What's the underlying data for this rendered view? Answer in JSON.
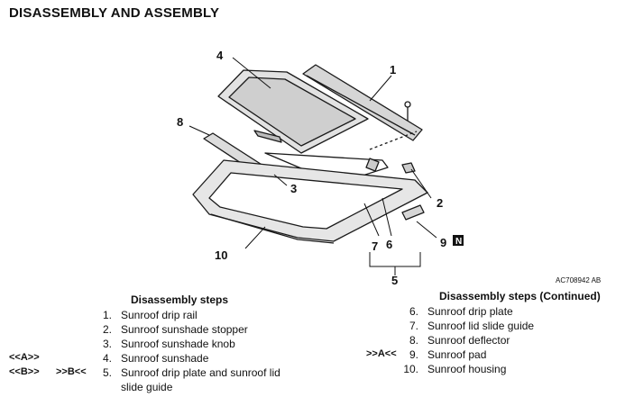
{
  "page": {
    "title": "DISASSEMBLY AND ASSEMBLY"
  },
  "figure": {
    "code": "AC708942 AB",
    "callouts": [
      "1",
      "2",
      "3",
      "4",
      "5",
      "6",
      "7",
      "8",
      "9",
      "10"
    ],
    "badge": "N"
  },
  "steps_left": {
    "heading": "Disassembly steps",
    "items": [
      {
        "num": "1.",
        "text": "Sunroof drip rail"
      },
      {
        "num": "2.",
        "text": "Sunroof sunshade stopper"
      },
      {
        "num": "3.",
        "text": "Sunroof sunshade knob"
      },
      {
        "num": "4.",
        "text": "Sunroof sunshade"
      },
      {
        "num": "5.",
        "text": "Sunroof drip plate and sunroof lid"
      },
      {
        "num": "",
        "text": "slide guide"
      }
    ],
    "marks": {
      "a": "<<A>>",
      "b": "<<B>>",
      "b2": ">>B<<"
    }
  },
  "steps_right": {
    "heading": "Disassembly steps (Continued)",
    "items": [
      {
        "num": "6.",
        "text": "Sunroof drip plate"
      },
      {
        "num": "7.",
        "text": "Sunroof lid slide guide"
      },
      {
        "num": "8.",
        "text": "Sunroof deflector"
      },
      {
        "num": "9.",
        "text": "Sunroof pad"
      },
      {
        "num": "10.",
        "text": "Sunroof housing"
      }
    ],
    "marks": {
      "a": ">>A<<"
    }
  }
}
